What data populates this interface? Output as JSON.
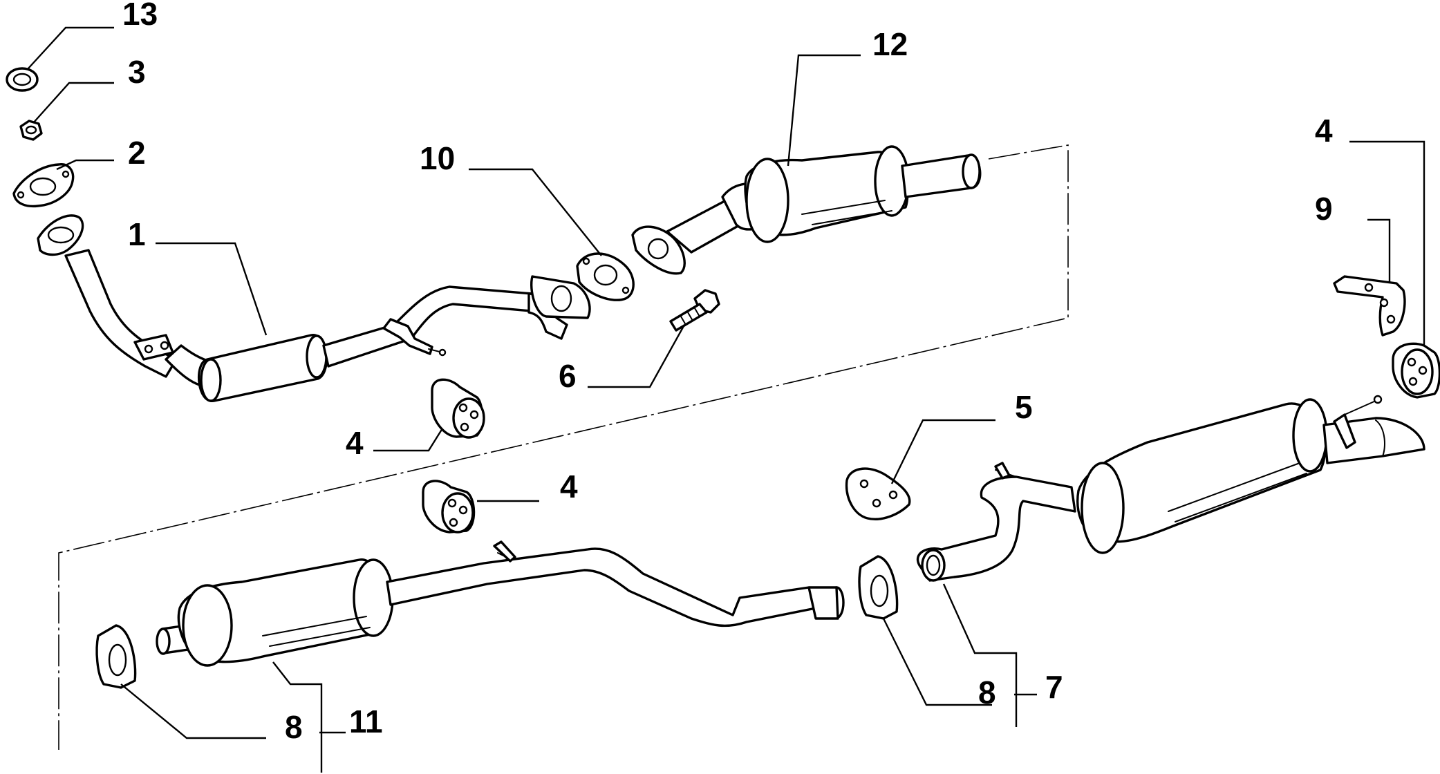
{
  "callouts": {
    "c13": "13",
    "c3": "3",
    "c2": "2",
    "c1": "1",
    "c10": "10",
    "c12": "12",
    "c6": "6",
    "c4a": "4",
    "c4b": "4",
    "c4c": "4",
    "c9": "9",
    "c5": "5",
    "c8a": "8",
    "c11": "11",
    "c8b": "8",
    "c7": "7"
  }
}
